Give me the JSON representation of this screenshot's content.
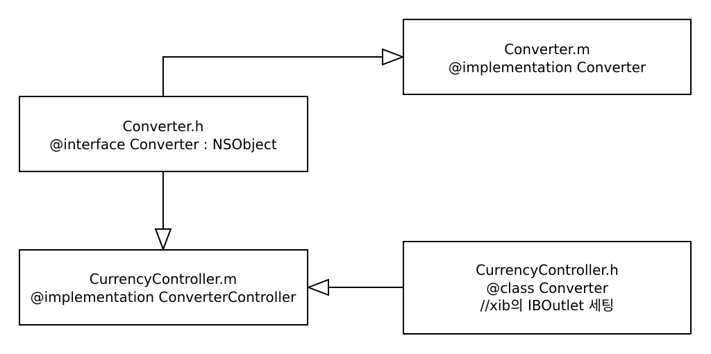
{
  "nodes": {
    "converter_h": {
      "lines": [
        "Converter.h",
        "@interface Converter : NSObject"
      ]
    },
    "converter_m": {
      "lines": [
        "Converter.m",
        "@implementation Converter"
      ]
    },
    "currency_controller_m": {
      "lines": [
        "CurrencyController.m",
        "@implementation ConverterController"
      ]
    },
    "currency_controller_h": {
      "lines": [
        "CurrencyController.h",
        "@class Converter",
        "//xib의 IBOutlet 세팅"
      ]
    }
  },
  "edges": [
    {
      "from": "converter_h",
      "to": "converter_m",
      "arrow": "hollow-triangle"
    },
    {
      "from": "converter_h",
      "to": "currency_controller_m",
      "arrow": "hollow-triangle"
    },
    {
      "from": "currency_controller_h",
      "to": "currency_controller_m",
      "arrow": "hollow-triangle"
    }
  ]
}
